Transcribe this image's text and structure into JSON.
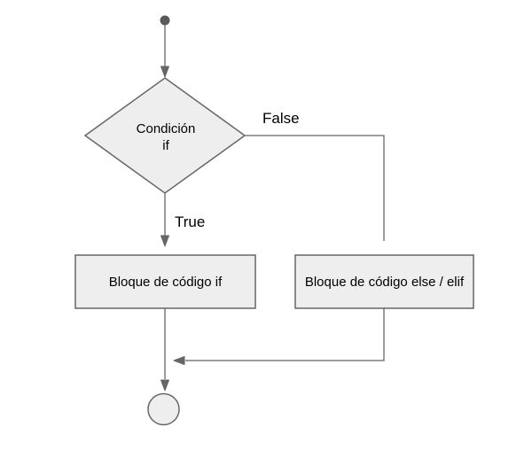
{
  "diagram": {
    "type": "flowchart",
    "nodes": {
      "decision": {
        "label_line1": "Condición",
        "label_line2": "if"
      },
      "process_if": {
        "label": "Bloque de código if"
      },
      "process_else": {
        "label": "Bloque de código else / elif"
      }
    },
    "edge_labels": {
      "false_branch": "False",
      "true_branch": "True"
    },
    "colors": {
      "node_fill": "#eeeeee",
      "node_stroke": "#666666",
      "edge_stroke": "#666666",
      "start_dot": "#595959",
      "text": "#000000",
      "background": "#ffffff"
    }
  }
}
